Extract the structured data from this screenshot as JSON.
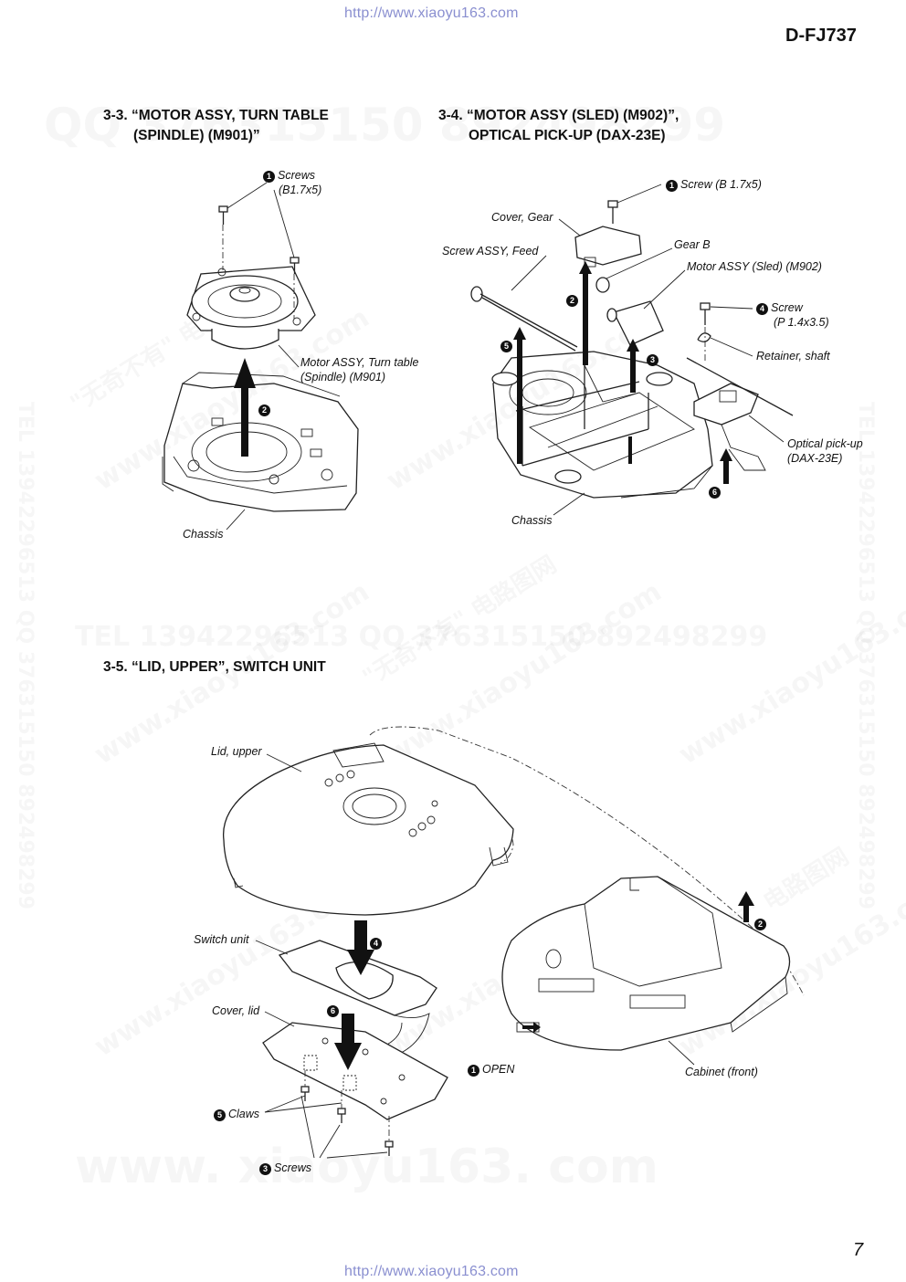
{
  "header": {
    "url_top": "http://www.xiaoyu163.com",
    "model": "D-FJ737"
  },
  "footer": {
    "url_bottom": "http://www.xiaoyu163.com",
    "page_number": "7"
  },
  "watermarks": {
    "qq_line": "QQ 376315150 892498299",
    "tel_line": "TEL 13942296513 QQ 376315150 892498299",
    "side_text": "TEL 13942296513 QQ 376315150 892498299",
    "site": "www.xiaoyu163.com",
    "slogan": "\"无奇不有\" 电路图网",
    "bottom": "www. xiaoyu163. com"
  },
  "sections": {
    "s33": {
      "title_line1": "3-3. “MOTOR ASSY, TURN TABLE",
      "title_line2": "(SPINDLE) (M901)”",
      "labels": {
        "screws_num": "1",
        "screws": "Screws",
        "screws_spec": "(B1.7x5)",
        "motor": "Motor ASSY, Turn table",
        "motor_spec": "(Spindle) (M901)",
        "step2": "2",
        "chassis": "Chassis"
      }
    },
    "s34": {
      "title_line1": "3-4. “MOTOR ASSY (SLED) (M902)”,",
      "title_line2": "OPTICAL PICK-UP (DAX-23E)",
      "labels": {
        "screw_b_num": "1",
        "screw_b": "Screw (B 1.7x5)",
        "cover_gear": "Cover, Gear",
        "gear_b": "Gear B",
        "screw_feed": "Screw ASSY, Feed",
        "motor_sled": "Motor ASSY (Sled) (M902)",
        "screw_p_num": "4",
        "screw_p": "Screw",
        "screw_p_spec": "(P 1.4x3.5)",
        "retainer": "Retainer, shaft",
        "pickup": "Optical pick-up",
        "pickup_spec": "(DAX-23E)",
        "chassis": "Chassis",
        "step2": "2",
        "step3": "3",
        "step5": "5",
        "step6": "6"
      }
    },
    "s35": {
      "title": "3-5. “LID, UPPER”, SWITCH UNIT",
      "labels": {
        "lid_upper": "Lid, upper",
        "switch_unit": "Switch unit",
        "cover_lid": "Cover, lid",
        "claws_num": "5",
        "claws": "Claws",
        "screws_num": "3",
        "screws": "Screws",
        "open_num": "1",
        "open": "OPEN",
        "cabinet": "Cabinet (front)",
        "step2": "2",
        "step4": "4",
        "step6": "6"
      }
    }
  }
}
